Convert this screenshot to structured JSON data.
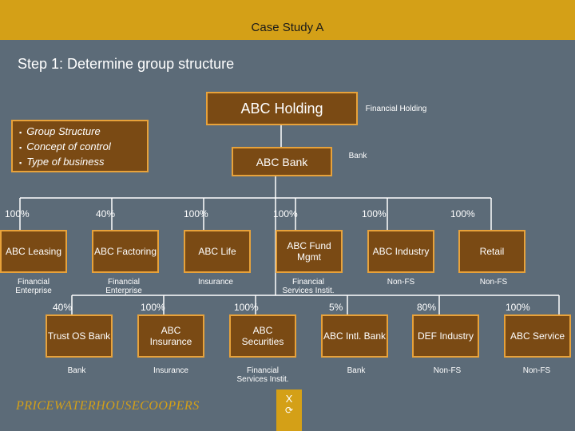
{
  "header": {
    "title": "Case Study A"
  },
  "slide": {
    "title": "Step 1: Determine group structure"
  },
  "bullets": [
    "Group Structure",
    "Concept of control",
    "Type of business"
  ],
  "holding": {
    "name": "ABC Holding",
    "type": "Financial Holding"
  },
  "bank": {
    "name": "ABC Bank",
    "type": "Bank"
  },
  "level1": [
    {
      "pct": "100%",
      "name": "ABC Leasing",
      "type": "Financial Enterprise"
    },
    {
      "pct": "40%",
      "name": "ABC Factoring",
      "type": "Financial Enterprise"
    },
    {
      "pct": "100%",
      "name": "ABC Life",
      "type": "Insurance"
    },
    {
      "pct": "100%",
      "name": "ABC Fund Mgmt",
      "type": "Financial Services Instit."
    },
    {
      "pct": "100%",
      "name": "ABC Industry",
      "type": "Non-FS"
    },
    {
      "pct": "100%",
      "name": "Retail",
      "type": "Non-FS"
    }
  ],
  "level2": [
    {
      "pct": "40%",
      "name": "Trust OS Bank",
      "type": "Bank"
    },
    {
      "pct": "100%",
      "name": "ABC Insurance",
      "type": "Insurance"
    },
    {
      "pct": "100%",
      "name": "ABC Securities",
      "type": "Financial Services Instit."
    },
    {
      "pct": "5%",
      "name": "ABC Intl. Bank",
      "type": "Bank"
    },
    {
      "pct": "80%",
      "name": "DEF Industry",
      "type": "Non-FS"
    },
    {
      "pct": "100%",
      "name": "ABC Service",
      "type": "Non-FS"
    }
  ],
  "footer": {
    "logo": "PRICEWATERHOUSECOOPERS",
    "nav_x": "X",
    "nav_arrow": "⟳"
  },
  "colors": {
    "background": "#5c6b78",
    "box": "#7a4a14",
    "border": "#e8a23a",
    "accent": "#d4a017"
  }
}
